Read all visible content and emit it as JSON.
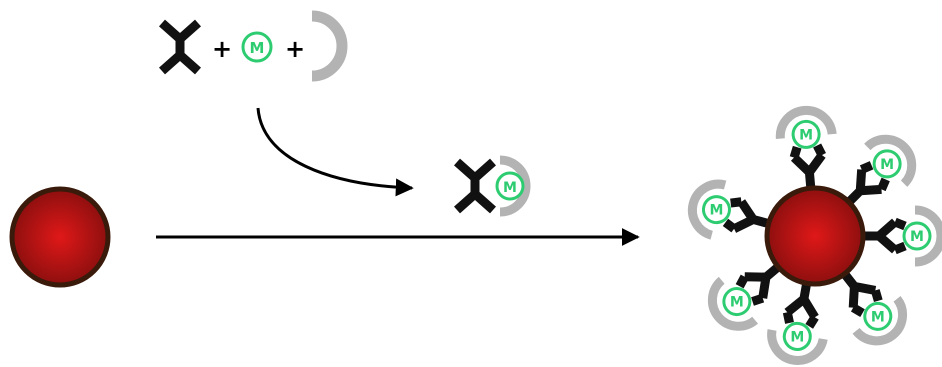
{
  "equation": {
    "plus_1": "+",
    "plus_2": "+",
    "molecule_label": "M"
  },
  "complex": {
    "molecule_label": "M"
  },
  "coated_particle": {
    "complex_count": 7,
    "molecule_label": "M"
  },
  "colors": {
    "antibody": "#111111",
    "molecule_ring": "#2ecc71",
    "carrier_arc": "#b3b3b3",
    "particle_fill": "#c0100f",
    "particle_outline": "#3a1a0a",
    "arrow": "#000000"
  }
}
